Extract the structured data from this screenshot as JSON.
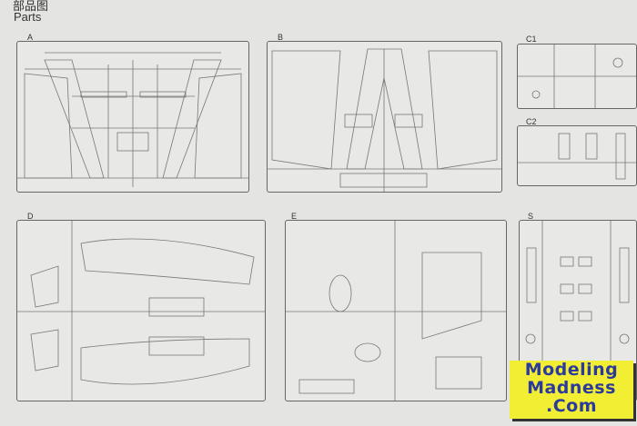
{
  "header": {
    "title_cn": "部品图",
    "title_en": "Parts"
  },
  "sprues": [
    {
      "label": "A"
    },
    {
      "label": "B"
    },
    {
      "label": "C1"
    },
    {
      "label": "C2"
    },
    {
      "label": "D"
    },
    {
      "label": "E"
    },
    {
      "label": "S"
    }
  ],
  "watermark": {
    "line1": "Modeling",
    "line2": "Madness",
    "line3": ".Com"
  }
}
